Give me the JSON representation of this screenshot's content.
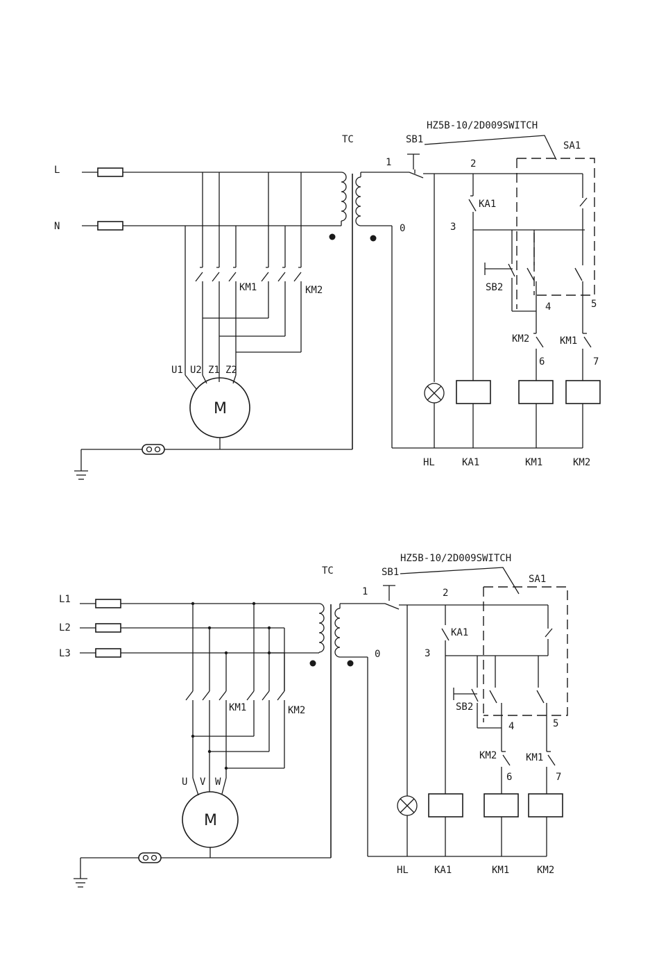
{
  "single_phase": {
    "lines": [
      "L",
      "N"
    ],
    "transformer": "TC",
    "switch_part": "HZ5B-10/2D009SWITCH",
    "sb1": "SB1",
    "sa1": "SA1",
    "sb2": "SB2",
    "contacts": {
      "ka1": "KA1",
      "km1": "KM1",
      "km2": "KM2"
    },
    "nodes": [
      "1",
      "2",
      "3",
      "0",
      "4",
      "5",
      "6",
      "7"
    ],
    "motor_terminals": [
      "U1",
      "U2",
      "Z1",
      "Z2"
    ],
    "motor": "M",
    "bottom_labels": [
      "HL",
      "KA1",
      "KM1",
      "KM2"
    ]
  },
  "three_phase": {
    "lines": [
      "L1",
      "L2",
      "L3"
    ],
    "transformer": "TC",
    "switch_part": "HZ5B-10/2D009SWITCH",
    "sb1": "SB1",
    "sa1": "SA1",
    "sb2": "SB2",
    "contacts": {
      "ka1": "KA1",
      "km1": "KM1",
      "km2": "KM2"
    },
    "nodes": [
      "1",
      "2",
      "3",
      "0",
      "4",
      "5",
      "6",
      "7"
    ],
    "motor_terminals": [
      "U",
      "V",
      "W"
    ],
    "motor": "M",
    "bottom_labels": [
      "HL",
      "KA1",
      "KM1",
      "KM2"
    ]
  }
}
